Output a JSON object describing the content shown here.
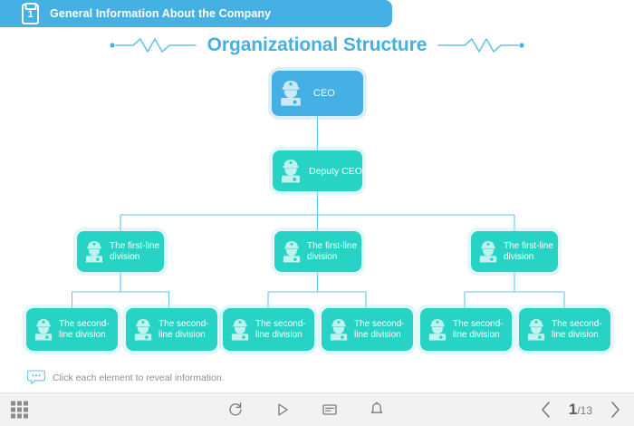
{
  "header": {
    "number": "1",
    "title": "General Information About the Company",
    "icon": "clipboard-icon",
    "color": "#45b0e3"
  },
  "slide": {
    "title": "Organizational Structure",
    "title_color": "#45b0e3",
    "decoration": "zigzag-line"
  },
  "org_chart": {
    "ceo": {
      "label": "CEO",
      "color": "#45b0e3",
      "icon": "officer-person-icon"
    },
    "deputy": {
      "label": "Deputy CEO",
      "color": "#26d3c4",
      "icon": "officer-person-icon"
    },
    "first_line": [
      {
        "label": "The first-line division",
        "color": "#26d3c4",
        "icon": "officer-person-icon"
      },
      {
        "label": "The first-line division",
        "color": "#26d3c4",
        "icon": "officer-person-icon"
      },
      {
        "label": "The first-line division",
        "color": "#26d3c4",
        "icon": "officer-person-icon"
      }
    ],
    "second_line": [
      {
        "label": "The second-line division",
        "color": "#26d3c4",
        "icon": "officer-person-icon"
      },
      {
        "label": "The second-line division",
        "color": "#26d3c4",
        "icon": "officer-person-icon"
      },
      {
        "label": "The second-line division",
        "color": "#26d3c4",
        "icon": "officer-person-icon"
      },
      {
        "label": "The second-line division",
        "color": "#26d3c4",
        "icon": "officer-person-icon"
      },
      {
        "label": "The second-line division",
        "color": "#26d3c4",
        "icon": "officer-person-icon"
      },
      {
        "label": "The second-line division",
        "color": "#26d3c4",
        "icon": "officer-person-icon"
      }
    ],
    "connector_color": "#5ec6e8"
  },
  "hint": {
    "icon": "speech-bubble-icon",
    "text": "Click each element to reveal information."
  },
  "toolbar": {
    "grid_icon": "grid-menu-icon",
    "buttons": [
      {
        "name": "replay-icon",
        "label": "Replay"
      },
      {
        "name": "play-icon",
        "label": "Play"
      },
      {
        "name": "notes-icon",
        "label": "Notes"
      },
      {
        "name": "bell-icon",
        "label": "Notifications"
      }
    ],
    "prev_icon": "chevron-left-icon",
    "next_icon": "chevron-right-icon",
    "page_current": "1",
    "page_total": "/13"
  }
}
